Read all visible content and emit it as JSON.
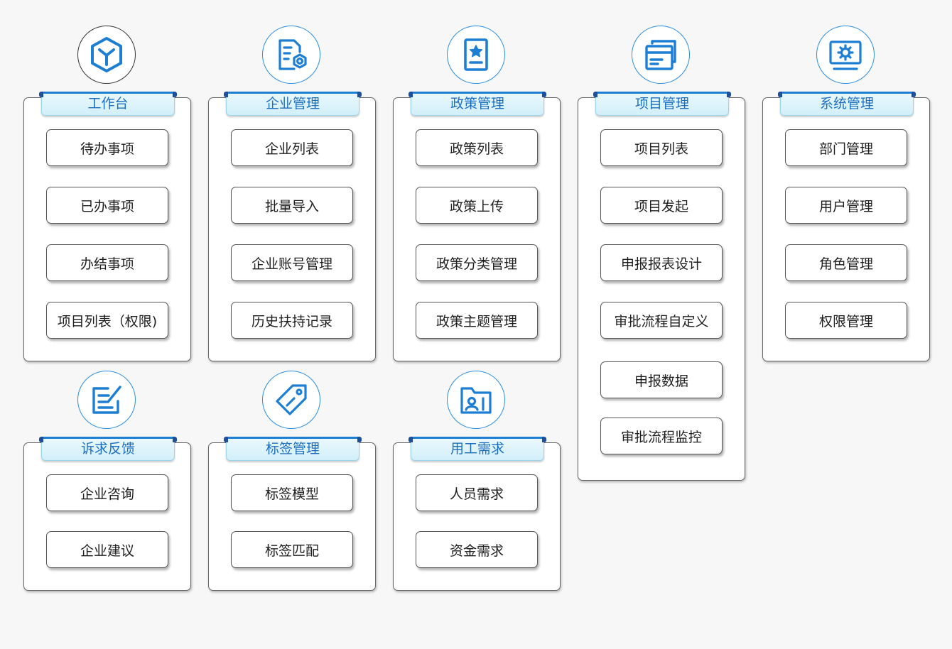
{
  "modules": [
    {
      "title": "工作台",
      "icon": "cube-icon",
      "items": [
        "待办事项",
        "已办事项",
        "办结事项",
        "项目列表（权限)"
      ]
    },
    {
      "title": "企业管理",
      "icon": "document-gear-icon",
      "items": [
        "企业列表",
        "批量导入",
        "企业账号管理",
        "历史扶持记录"
      ]
    },
    {
      "title": "政策管理",
      "icon": "star-document-icon",
      "items": [
        "政策列表",
        "政策上传",
        "政策分类管理",
        "政策主题管理"
      ]
    },
    {
      "title": "项目管理",
      "icon": "windows-icon",
      "items": [
        "项目列表",
        "项目发起",
        "申报报表设计",
        "审批流程自定义",
        "申报数据",
        "审批流程监控"
      ]
    },
    {
      "title": "系统管理",
      "icon": "monitor-gear-icon",
      "items": [
        "部门管理",
        "用户管理",
        "角色管理",
        "权限管理"
      ]
    },
    {
      "title": "诉求反馈",
      "icon": "edit-icon",
      "items": [
        "企业咨询",
        "企业建议"
      ]
    },
    {
      "title": "标签管理",
      "icon": "tag-icon",
      "items": [
        "标签模型",
        "标签匹配"
      ]
    },
    {
      "title": "用工需求",
      "icon": "person-folder-icon",
      "items": [
        "人员需求",
        "资金需求"
      ]
    }
  ],
  "colors": {
    "accent": "#1d7fd4",
    "tab_text": "#1d6fc0",
    "icon_ring": "#2a8ee0"
  }
}
